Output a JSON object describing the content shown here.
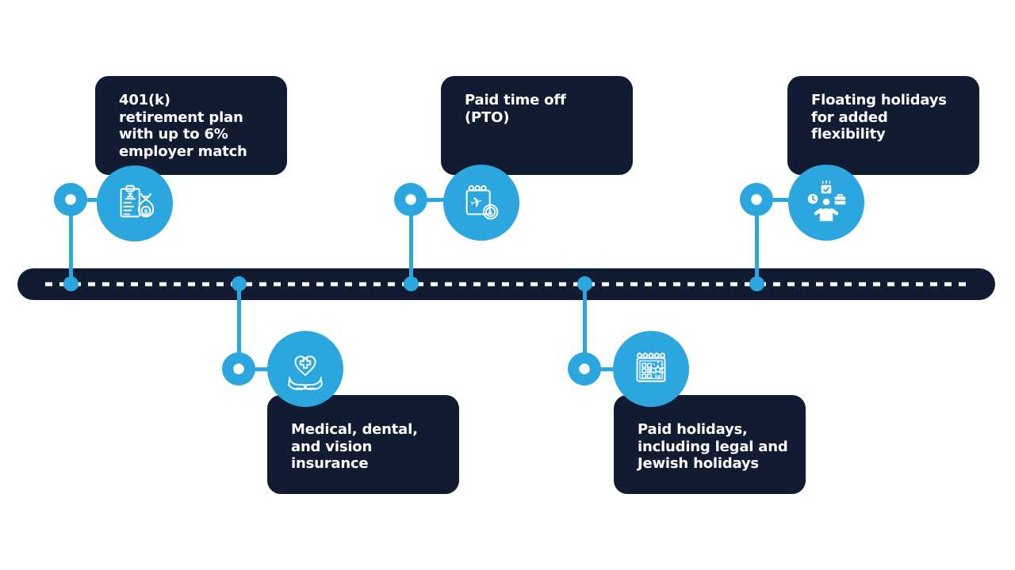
{
  "colors": {
    "navy": "#111C33",
    "accent_blue": "#2BA6DF",
    "dash_white": "#FFFFFF",
    "background": "#FFFFFF"
  },
  "timeline": {
    "style": "horizontal navy bar with white dashed center line",
    "dash_pattern": "9px dash / 9px gap"
  },
  "items": [
    {
      "id": "retirement",
      "position": "above",
      "icon": "retirement-savings-icon",
      "label": "401(k)\nretirement plan\nwith up to 6%\nemployer match"
    },
    {
      "id": "medical",
      "position": "below",
      "icon": "health-insurance-icon",
      "label": "Medical, dental,\nand vision\ninsurance"
    },
    {
      "id": "pto",
      "position": "above",
      "icon": "pto-calendar-icon",
      "label": "Paid time off\n(PTO)"
    },
    {
      "id": "holidays",
      "position": "below",
      "icon": "paid-holidays-icon",
      "label": "Paid holidays,\nincluding legal and\nJewish holidays"
    },
    {
      "id": "floating",
      "position": "above",
      "icon": "floating-holidays-icon",
      "label": "Floating holidays\nfor added\nflexibility"
    }
  ]
}
